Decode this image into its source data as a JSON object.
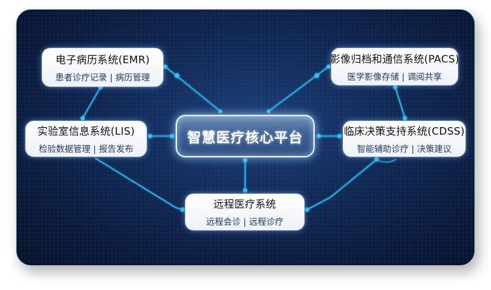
{
  "diagram": {
    "core": {
      "label": "智慧医疗核心平台"
    },
    "nodes": {
      "emr": {
        "title": "电子病历系统(EMR)",
        "sub": "患者诊疗记录 | 病历管理"
      },
      "pacs": {
        "title": "影像归档和通信系统(PACS)",
        "sub": "医学影像存储 | 调阅共享"
      },
      "lis": {
        "title": "实验室信息系统(LIS)",
        "sub": "检验数据管理 | 报告发布"
      },
      "cdss": {
        "title": "临床决策支持系统(CDSS)",
        "sub": "智能辅助诊疗 | 决策建议"
      },
      "tele": {
        "title": "远程医疗系统",
        "sub": "远程会诊 | 远程诊疗"
      }
    },
    "colors": {
      "background": "#0c1c3e",
      "line": "#29b6f0",
      "frame_border": "#8fd8cc",
      "subtitle": "#1f3a68"
    }
  }
}
